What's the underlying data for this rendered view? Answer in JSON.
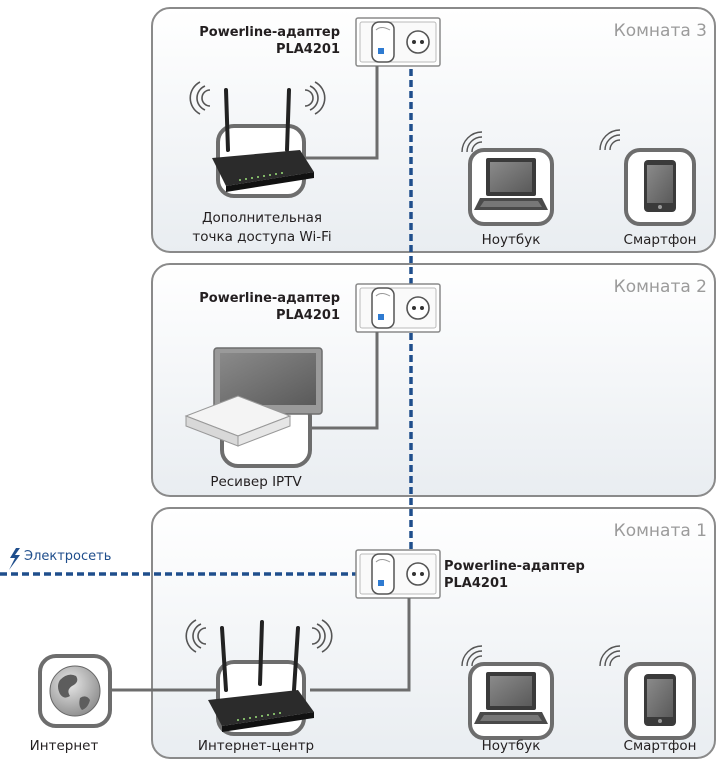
{
  "rooms": [
    {
      "title": "Комната 3"
    },
    {
      "title": "Комната 2"
    },
    {
      "title": "Комната 1"
    }
  ],
  "adapter": {
    "line1": "Powerline-адаптер",
    "line2": "PLA4201"
  },
  "labels": {
    "access_point_1": "Дополнительная",
    "access_point_2": "точка доступа Wi-Fi",
    "laptop": "Ноутбук",
    "smartphone": "Смартфон",
    "iptv": "Ресивер IPTV",
    "internet_center": "Интернет-центр",
    "internet": "Интернет",
    "power_grid": "Электросеть"
  },
  "colors": {
    "room_border": "#8a8a8a",
    "room_fill": "#eef1f4",
    "cable": "#6d6d6d",
    "powerline": "#1f4e8c"
  }
}
